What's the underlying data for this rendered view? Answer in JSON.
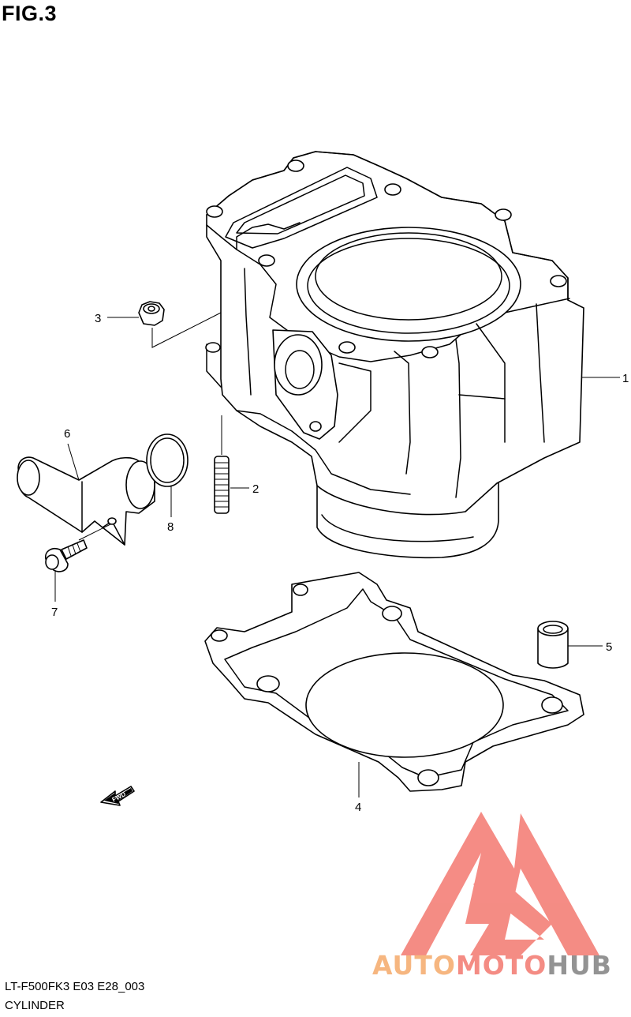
{
  "figure": {
    "title": "FIG.3"
  },
  "callouts": [
    {
      "id": "1",
      "label": "1"
    },
    {
      "id": "2",
      "label": "2"
    },
    {
      "id": "3",
      "label": "3"
    },
    {
      "id": "4",
      "label": "4"
    },
    {
      "id": "5",
      "label": "5"
    },
    {
      "id": "6",
      "label": "6"
    },
    {
      "id": "7",
      "label": "7"
    },
    {
      "id": "8",
      "label": "8"
    }
  ],
  "direction_marker": {
    "label": "FWD"
  },
  "footer": {
    "code": "LT-F500FK3 E03 E28_003",
    "name": "CYLINDER"
  },
  "watermark": {
    "text_auto": "AUTO",
    "text_moto": "MOTO",
    "text_hub": "HUB",
    "color_red": "#f4867e",
    "color_orange": "#f6b37a",
    "color_gray": "#8e8e8e"
  }
}
